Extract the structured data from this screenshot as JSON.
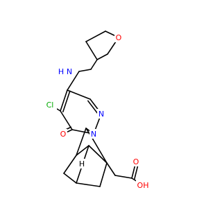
{
  "colors": {
    "bond": "#000000",
    "carbon": "#000000",
    "nitrogen": "#0000ff",
    "oxygen": "#ff0000",
    "chlorine": "#00aa00",
    "background": "#ffffff"
  },
  "atoms": [
    {
      "id": "O_thf",
      "label": "O",
      "element": "oxygen"
    },
    {
      "id": "NH_amine",
      "label": "H",
      "element": "nitrogen"
    },
    {
      "id": "N_amine",
      "label": "N",
      "element": "nitrogen"
    },
    {
      "id": "Cl",
      "label": "Cl",
      "element": "chlorine"
    },
    {
      "id": "O_keto",
      "label": "O",
      "element": "oxygen"
    },
    {
      "id": "N_ring1",
      "label": "N",
      "element": "nitrogen"
    },
    {
      "id": "N_ring2",
      "label": "N",
      "element": "nitrogen"
    },
    {
      "id": "H_bridge",
      "label": "H",
      "element": "carbon"
    },
    {
      "id": "O_acid_dbl",
      "label": "O",
      "element": "oxygen"
    },
    {
      "id": "O_acid_oh",
      "label": "OH",
      "element": "oxygen"
    }
  ]
}
